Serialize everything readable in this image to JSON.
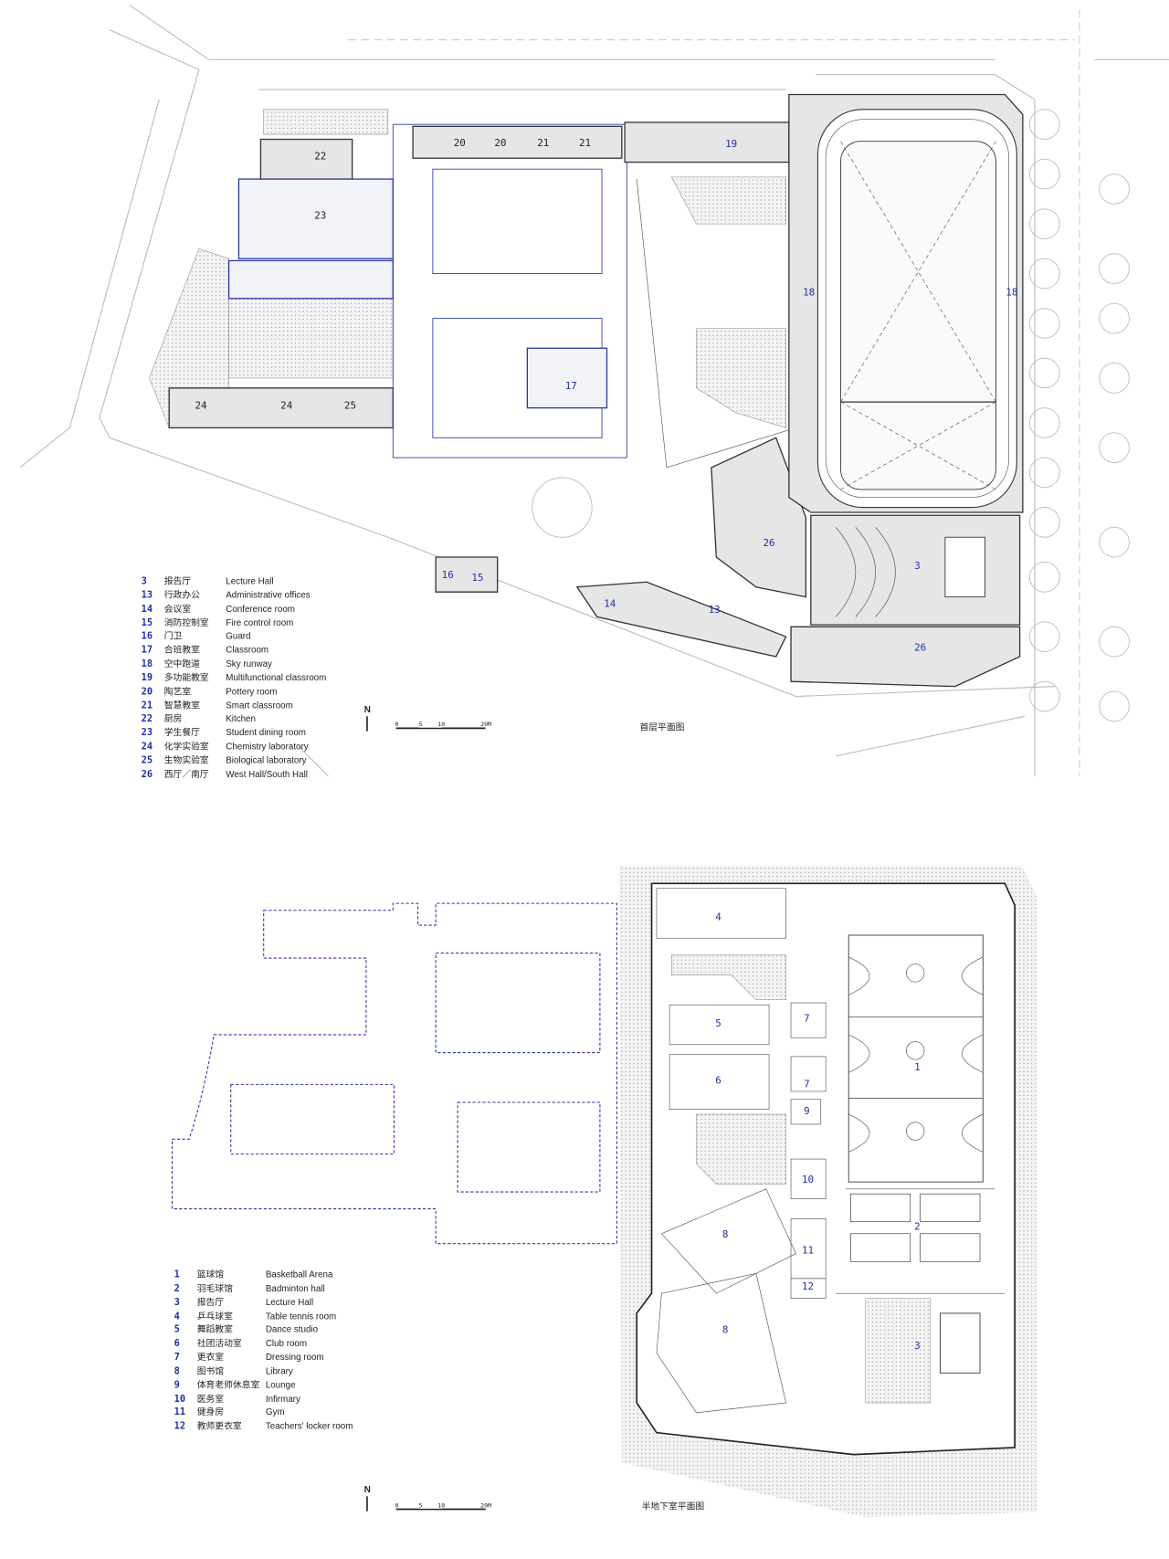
{
  "ground_floor": {
    "title": "首层平面图",
    "north": "N",
    "scale_labels": [
      "0",
      "5",
      "10",
      "20M"
    ],
    "legend": [
      {
        "num": "3",
        "cn": "报告厅",
        "en": "Lecture Hall"
      },
      {
        "num": "13",
        "cn": "行政办公",
        "en": "Administrative offices"
      },
      {
        "num": "14",
        "cn": "会议室",
        "en": "Conference room"
      },
      {
        "num": "15",
        "cn": "消防控制室",
        "en": "Fire control room"
      },
      {
        "num": "16",
        "cn": "门卫",
        "en": "Guard"
      },
      {
        "num": "17",
        "cn": "合班教室",
        "en": "Classroom"
      },
      {
        "num": "18",
        "cn": "空中跑道",
        "en": "Sky runway"
      },
      {
        "num": "19",
        "cn": "多功能教室",
        "en": "Multifunctional classroom"
      },
      {
        "num": "20",
        "cn": "陶艺室",
        "en": "Pottery room"
      },
      {
        "num": "21",
        "cn": "智慧教室",
        "en": "Smart classroom"
      },
      {
        "num": "22",
        "cn": "厨房",
        "en": "Kitchen"
      },
      {
        "num": "23",
        "cn": "学生餐厅",
        "en": "Student dining room"
      },
      {
        "num": "24",
        "cn": "化学实验室",
        "en": "Chemistry laboratory"
      },
      {
        "num": "25",
        "cn": "生物实验室",
        "en": "Biological laboratory"
      },
      {
        "num": "26",
        "cn": "西厅／南厅",
        "en": "West Hall/South Hall"
      }
    ],
    "room_labels": [
      "22",
      "23",
      "20",
      "20",
      "21",
      "21",
      "19",
      "18",
      "18",
      "17",
      "24",
      "24",
      "25",
      "26",
      "3",
      "26",
      "16",
      "15",
      "14",
      "13"
    ]
  },
  "basement": {
    "title": "半地下室平面图",
    "north": "N",
    "scale_labels": [
      "0",
      "5",
      "10",
      "20M"
    ],
    "legend": [
      {
        "num": "1",
        "cn": "篮球馆",
        "en": "Basketball Arena"
      },
      {
        "num": "2",
        "cn": "羽毛球馆",
        "en": "Badminton hall"
      },
      {
        "num": "3",
        "cn": "报告厅",
        "en": "Lecture Hall"
      },
      {
        "num": "4",
        "cn": "乒乓球室",
        "en": "Table tennis room"
      },
      {
        "num": "5",
        "cn": "舞蹈教室",
        "en": "Dance studio"
      },
      {
        "num": "6",
        "cn": "社团活动室",
        "en": "Club room"
      },
      {
        "num": "7",
        "cn": "更衣室",
        "en": "Dressing room"
      },
      {
        "num": "8",
        "cn": "图书馆",
        "en": "Library"
      },
      {
        "num": "9",
        "cn": "体育老师休息室",
        "en": "Lounge"
      },
      {
        "num": "10",
        "cn": "医务室",
        "en": "Infirmary"
      },
      {
        "num": "11",
        "cn": "健身房",
        "en": "Gym"
      },
      {
        "num": "12",
        "cn": "教师更衣室",
        "en": "Teachers' locker room"
      }
    ],
    "room_labels": [
      "4",
      "5",
      "6",
      "7",
      "7",
      "9",
      "1",
      "10",
      "2",
      "11",
      "12",
      "8",
      "8",
      "3"
    ]
  },
  "colors": {
    "label_blue": "#1f2fa8",
    "wall": "#333333",
    "fill": "#e6e6e6"
  }
}
